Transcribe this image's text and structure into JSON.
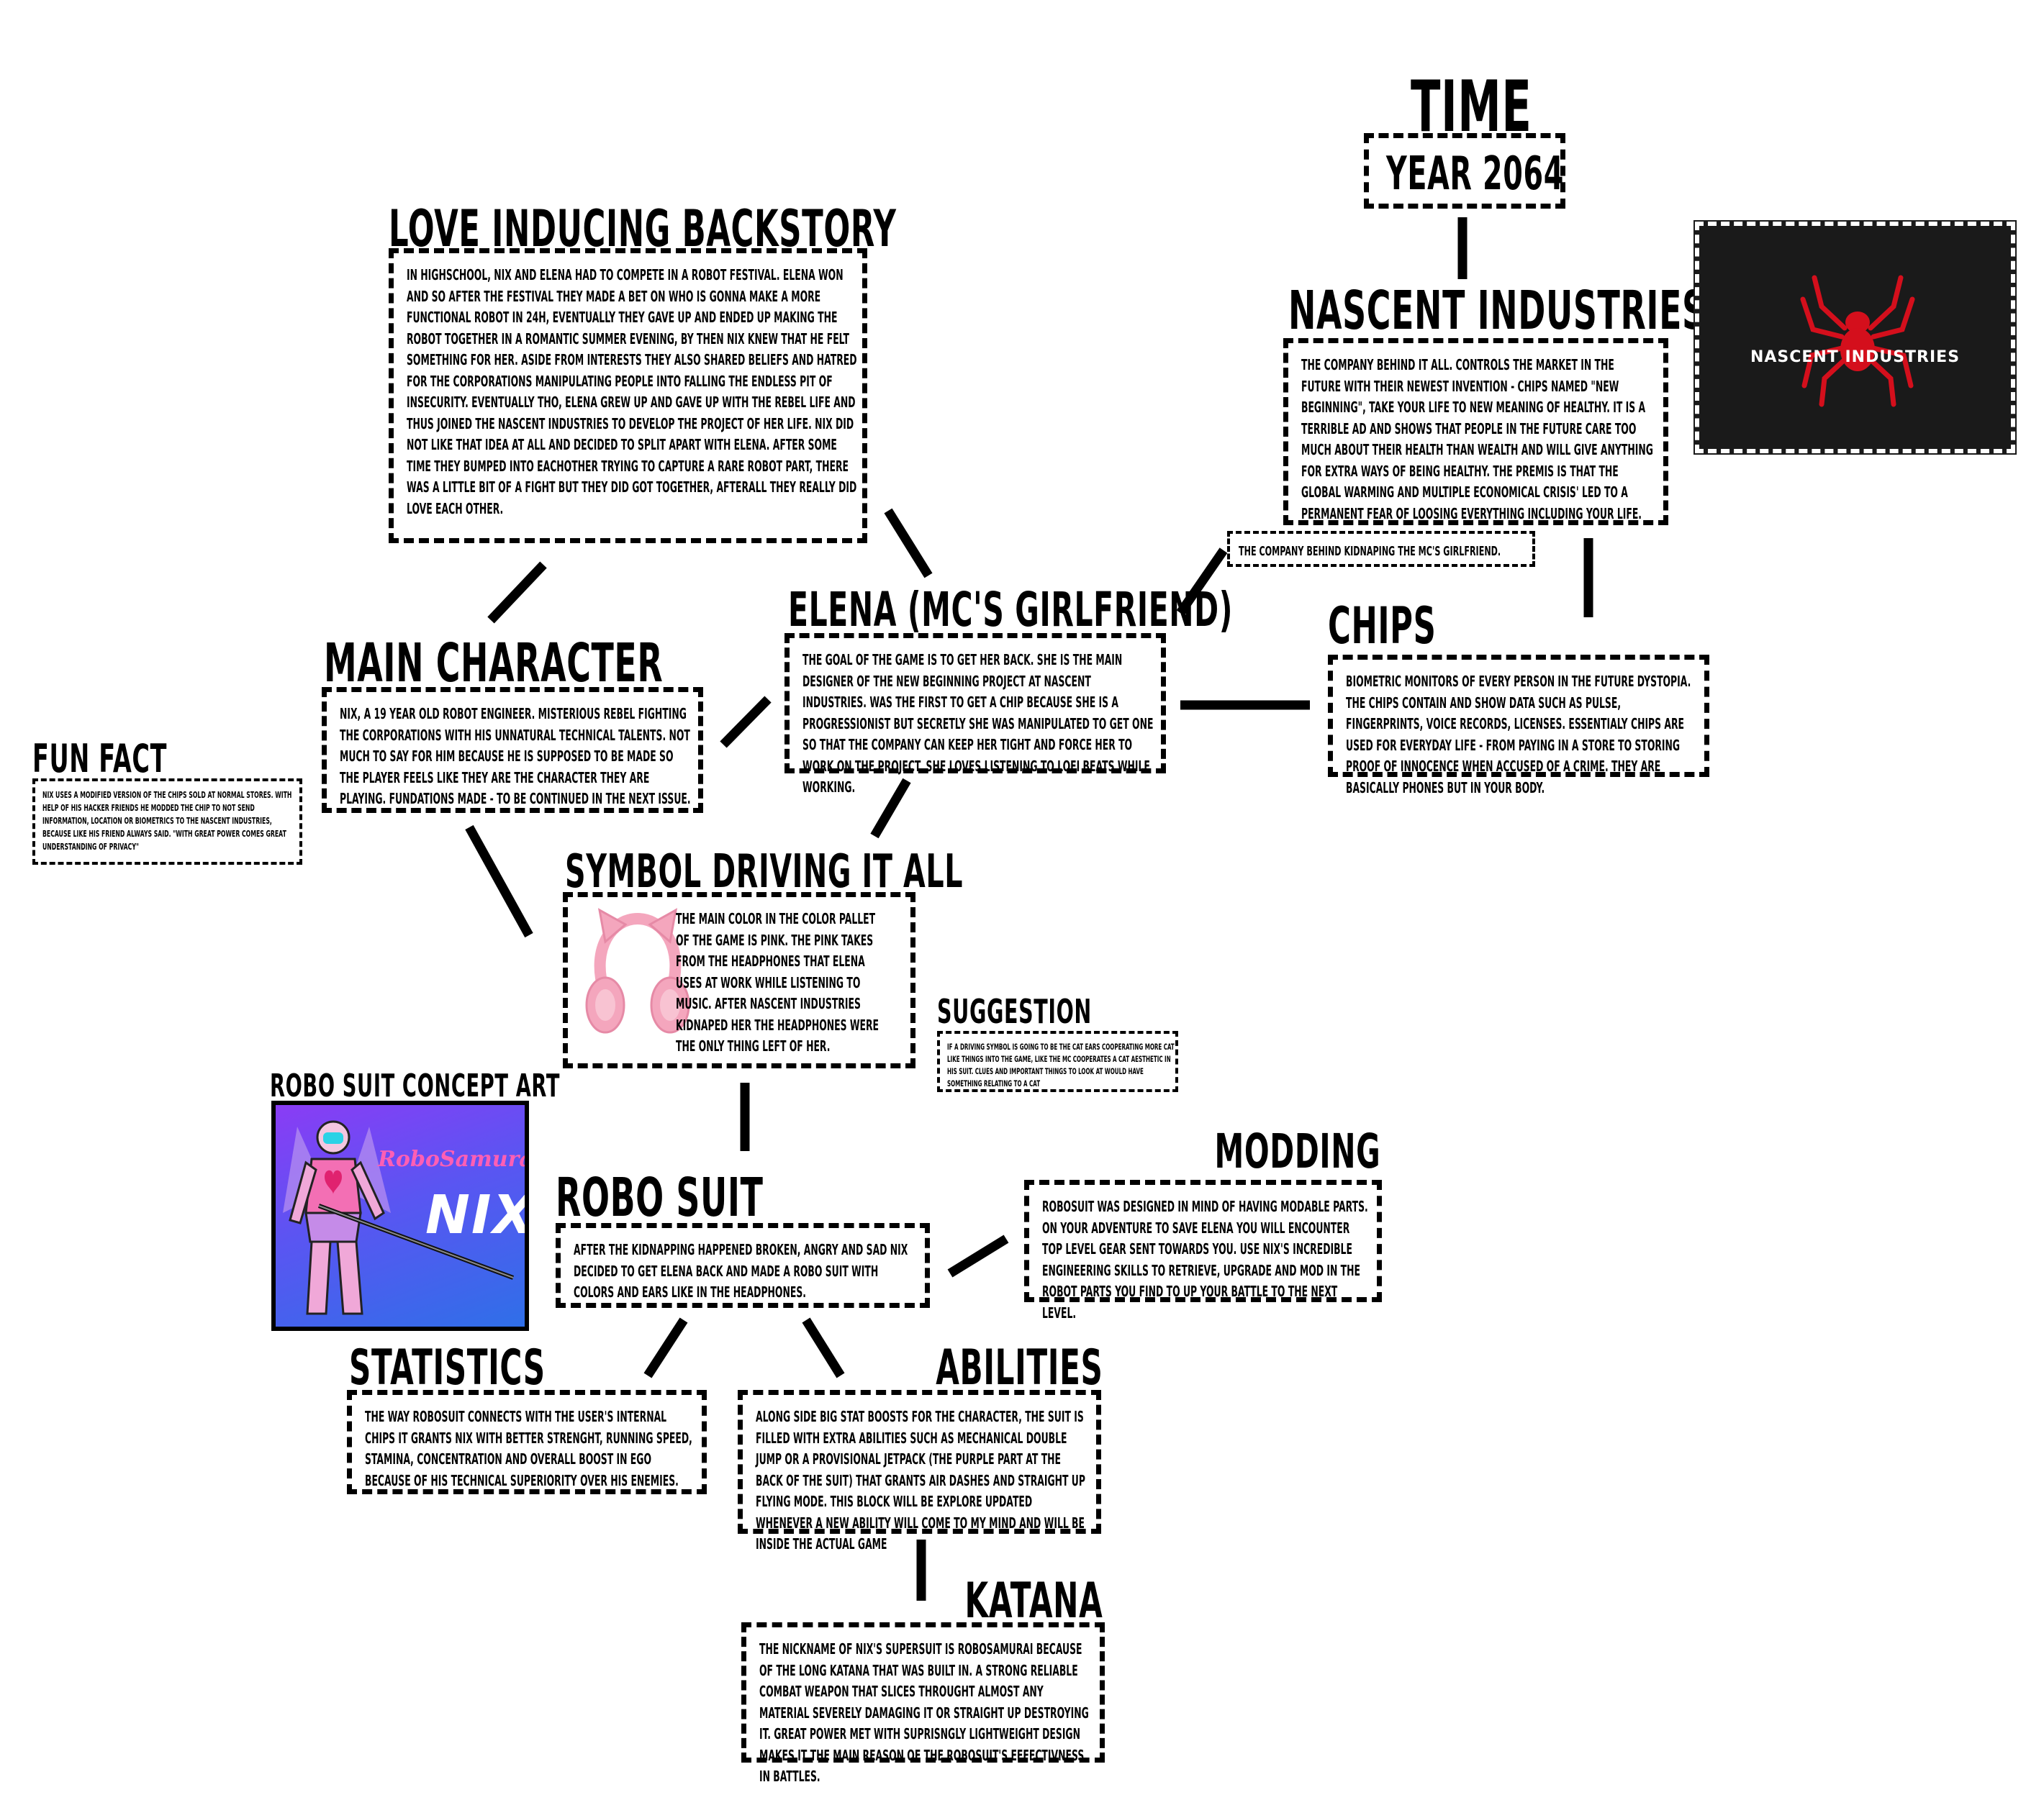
{
  "time": {
    "title": "TIME",
    "year": "YEAR 2064"
  },
  "nascent": {
    "title": "NASCENT INDUSTRIES",
    "text": "The company behind it all. Controls the market in the future with their newest invention - chips named \"New Beginning\", take your life to new meaning of healthy. It is a terrible ad and shows that people in the future care too much about their health than wealth and will give anything for extra ways of being healthy. The premis is that the global warming and multiple economical crisis' led to a permanent fear of loosing everything including your life.",
    "logo_text": "NASCENT INDUSTRIES",
    "logo_icon": "spider-icon",
    "note": "The company behind kidnaping the MC's girlfriend."
  },
  "backstory": {
    "title": "LOVE INDUCING BACKSTORY",
    "text": "In highschool, Nix and Elena had to compete in a robot festival. Elena won and so after the festival they made a bet on who is gonna make a more functional robot in 24h, eventually they gave up and ended up making the robot together in a romantic summer evening, by then Nix knew that he felt something for her. Aside from interests they also shared beliefs and hatred for the corporations manipulating people into falling the endless pit of insecurity. Eventually tho, Elena grew up and gave up with the rebel life and thus joined the Nascent Industries to develop the project of her life. Nix did not like that idea at all and decided to split apart with Elena. After some time they bumped into eachother trying to capture a rare robot part, there was a little bit of a fight but they did got together, afterall they really did love each other."
  },
  "elena": {
    "title": "ELENA (MC'S GIRLFRIEND)",
    "text": "The goal of the game is to get her back. She is the main designer of the New Beginning project at Nascent Industries. Was the first to get a chip because she is a progressionist but secretly she was manipulated to get one so that the company can keep her tight and force her to work on the project. She loves listening to lofi beats while working."
  },
  "chips": {
    "title": "CHIPS",
    "text": "Biometric monitors of every person in the future dystopia. The chips contain and show data such as pulse, fingerprints, voice records, licenses. Essentialy chips are used for everyday life - from paying in a store to storing proof of innocence when accused of a crime. They are basically phones but in your body."
  },
  "main_character": {
    "title": "MAIN CHARACTER",
    "text": "Nix, a 19 year old robot engineer. Misterious rebel fighting the corporations with his unnatural technical talents. Not much to say for him because he is supposed to be made so the player feels like they are the character they are playing. Fundations made - to be continued in the next issue."
  },
  "fun_fact": {
    "title": "FUN FACT",
    "text": "Nix uses a modified version of the chips sold at normal stores. With help of his hacker friends he modded the chip to not send information, location or biometrics to the Nascent Industries, because like his friend always said. \"With great power comes great understanding of privacy\""
  },
  "symbol": {
    "title": "SYMBOL DRIVING IT ALL",
    "text": "The main color in the color pallet of the game is pink. The pink takes from the headphones that Elena uses at work while listening to music. After Nascent Industries kidnaped her the headphones were the only thing left of her.",
    "image_icon": "pink-cat-ear-headphones-icon"
  },
  "suggestion": {
    "title": "SUGGESTION",
    "text": "If a driving symbol is going to be the cat ears cooperating more cat like things into the game, like the MC cooperates a cat aesthetic in his suit. Clues and important things to look at would have something relating to a cat"
  },
  "concept_art": {
    "title": "ROBO SUIT CONCEPT ART",
    "logo_text": "RoboSamurai",
    "name_text": "NIX"
  },
  "robo_suit": {
    "title": "ROBO SUIT",
    "text": "After the kidnapping happened broken, angry and sad Nix decided to get Elena back and made a robo suit with colors and ears like in the headphones."
  },
  "modding": {
    "title": "MODDING",
    "text": "Robosuit was designed in mind of having modable parts. On your adventure to save Elena you will encounter top level gear sent towards you. Use Nix's incredible engineering skills to retrieve, upgrade and mod in the robot parts you find to up your battle to the next level."
  },
  "statistics": {
    "title": "STATISTICS",
    "text": "The way robosuit connects with the user's internal chips it grants Nix with better strenght, running speed, stamina, concentration and overall boost in ego because of his technical superiority over his enemies."
  },
  "abilities": {
    "title": "ABILITIES",
    "text": "Along side big stat boosts for the character, the suit is filled with extra abilities such as mechanical double jump or a provisional jetpack (the purple part at the back of the suit) that grants air dashes and straight up flying mode. This block will be explore updated whenever a new ability will come to my mind and will be inside the actual game"
  },
  "katana": {
    "title": "KATANA",
    "text": "The nickname of Nix's supersuit is RoboSamurai because of the long katana that was built in. A strong reliable combat weapon that slices throught almost any material severely damaging it or straight up destroying it. Great power met with suprisngly lightweight design makes it the main reason of the robosuit's effectivness in battles."
  },
  "colors": {
    "ink": "#000000",
    "logo_bg": "#1a1a1a",
    "spider_red": "#d40f1c",
    "pink": "#f4a6bd",
    "concept_purple": "#8a3cf5",
    "concept_blue": "#2f6fe8"
  }
}
